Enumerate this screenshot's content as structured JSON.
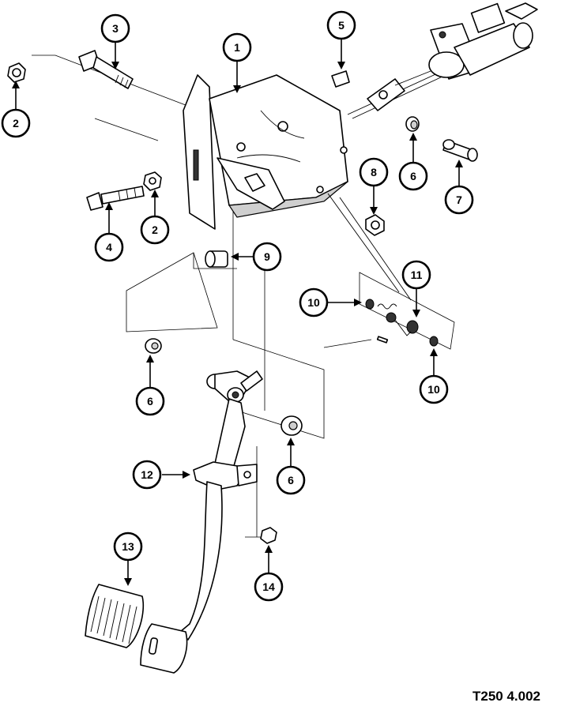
{
  "figure": {
    "reference_code": "T250 4.002"
  },
  "callouts": [
    {
      "id": "callout-1",
      "label": "1"
    },
    {
      "id": "callout-2a",
      "label": "2"
    },
    {
      "id": "callout-2b",
      "label": "2"
    },
    {
      "id": "callout-3",
      "label": "3"
    },
    {
      "id": "callout-4",
      "label": "4"
    },
    {
      "id": "callout-5",
      "label": "5"
    },
    {
      "id": "callout-6a",
      "label": "6"
    },
    {
      "id": "callout-6b",
      "label": "6"
    },
    {
      "id": "callout-6c",
      "label": "6"
    },
    {
      "id": "callout-7",
      "label": "7"
    },
    {
      "id": "callout-8",
      "label": "8"
    },
    {
      "id": "callout-9",
      "label": "9"
    },
    {
      "id": "callout-10a",
      "label": "10"
    },
    {
      "id": "callout-10b",
      "label": "10"
    },
    {
      "id": "callout-11",
      "label": "11"
    },
    {
      "id": "callout-12",
      "label": "12"
    },
    {
      "id": "callout-13",
      "label": "13"
    },
    {
      "id": "callout-14",
      "label": "14"
    }
  ]
}
